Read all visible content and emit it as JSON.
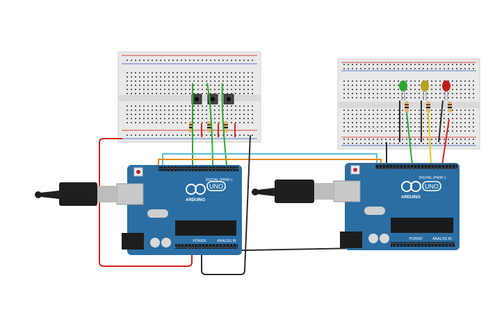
{
  "boards": {
    "left": {
      "digital_label": "DIGITAL (PWM~)",
      "brand": "ARDUINO",
      "model": "UNO",
      "power_label": "POWER",
      "analog_label": "ANALOG IN"
    },
    "right": {
      "digital_label": "DIGITAL (PWM~)",
      "brand": "ARDUINO",
      "model": "UNO",
      "power_label": "POWER",
      "analog_label": "ANALOG IN"
    }
  },
  "leds": [
    {
      "color_name": "green",
      "color": "#2fa52f"
    },
    {
      "color_name": "yellow",
      "color": "#b5a21a"
    },
    {
      "color_name": "red",
      "color": "#c21d1d"
    }
  ],
  "wire_colors": {
    "red": "#d42020",
    "green": "#2eaa2e",
    "cyan": "#53c2d6",
    "orange": "#e48a1c",
    "black": "#2b2b2b",
    "yellow": "#e8c81a"
  },
  "breadboard_color": "#e9e9e9",
  "board_color": "#2b6ea3"
}
